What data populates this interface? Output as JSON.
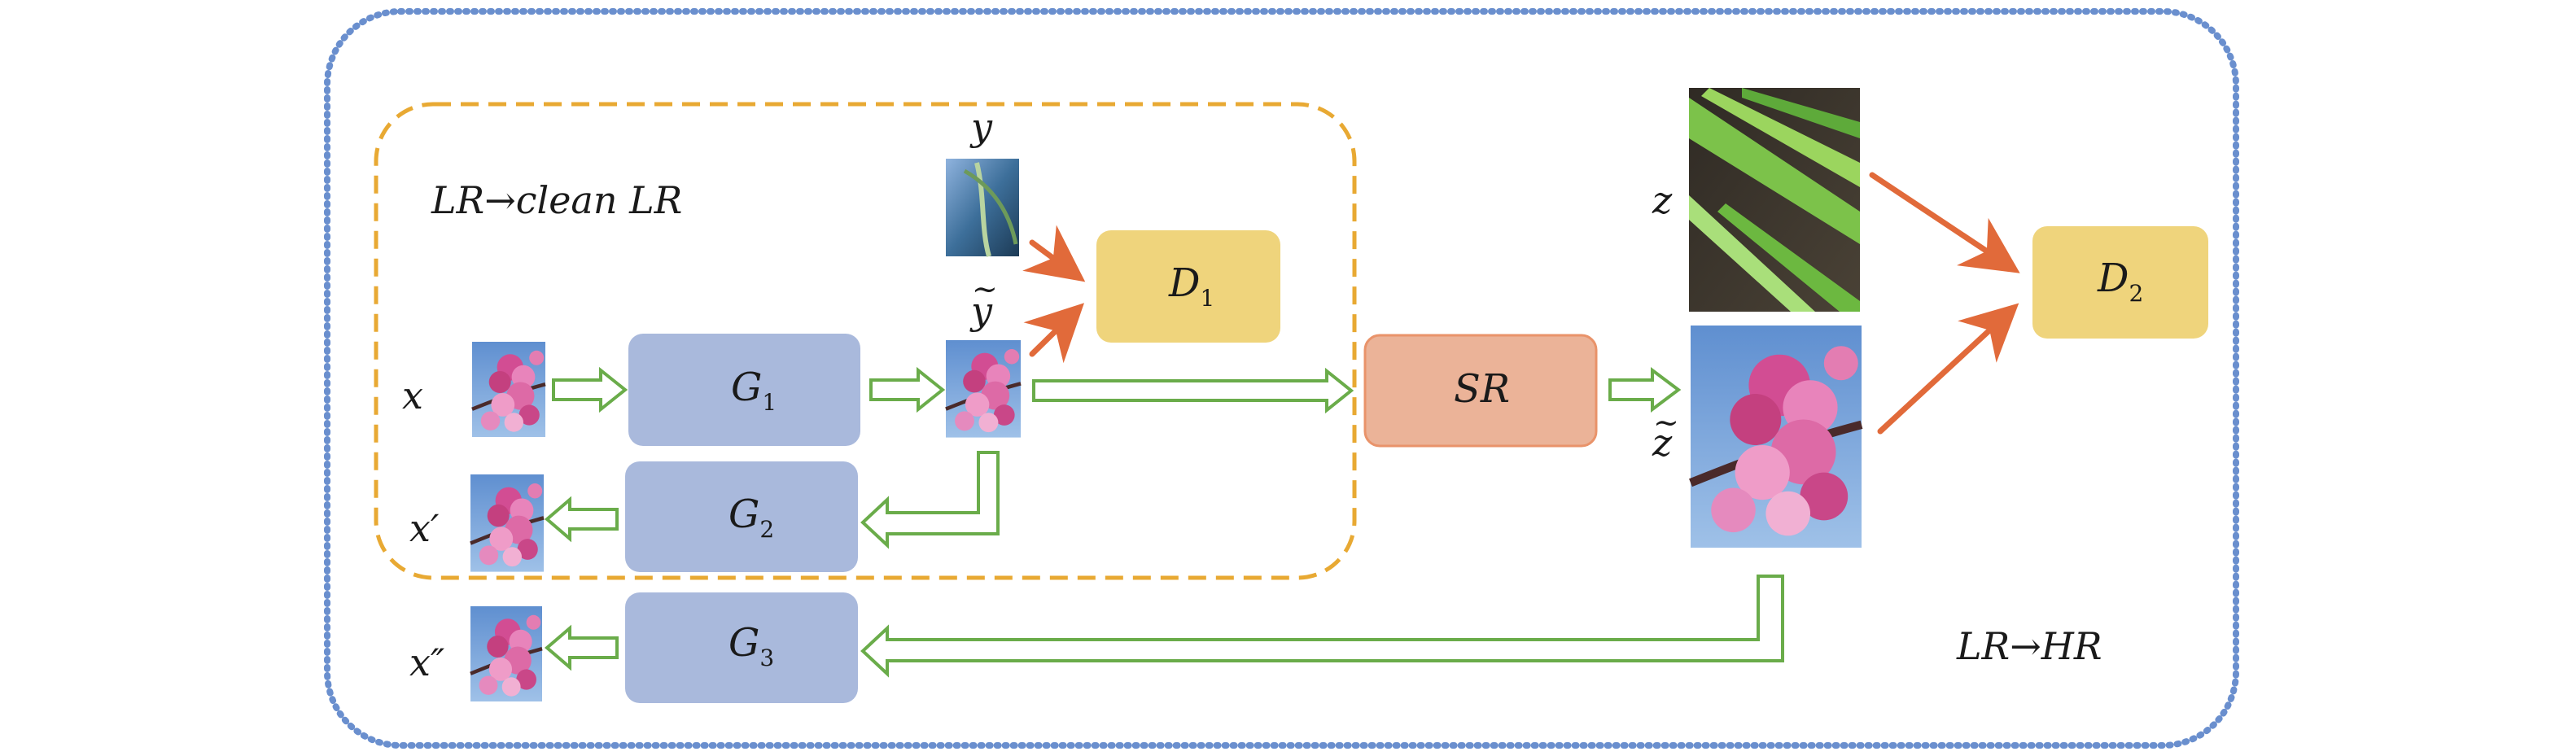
{
  "labels": {
    "x": "x",
    "x_prime": "x′",
    "x_double_prime": "x″",
    "y": "y",
    "y_tilde": "y",
    "z": "z",
    "z_tilde": "z",
    "tilde": "~"
  },
  "boxes": {
    "g1": {
      "letter": "G",
      "sub": "1"
    },
    "g2": {
      "letter": "G",
      "sub": "2"
    },
    "g3": {
      "letter": "G",
      "sub": "3"
    },
    "d1": {
      "letter": "D",
      "sub": "1"
    },
    "d2": {
      "letter": "D",
      "sub": "2"
    },
    "sr": {
      "letter": "SR"
    }
  },
  "regions": {
    "inner_title_left": "LR",
    "inner_title_right": "clean LR",
    "outer_title_left": "LR",
    "outer_title_right": "HR",
    "arrow_glyph": "→"
  },
  "colors": {
    "outer_border": "#6a8fce",
    "inner_border": "#e8a933",
    "generator_fill": "#a9b9dc",
    "discriminator_fill": "#efd47c",
    "sr_fill": "#ebb398",
    "sr_stroke": "#e9936a",
    "green_arrow": "#6aac4a",
    "orange_arrow": "#e16a3a"
  }
}
